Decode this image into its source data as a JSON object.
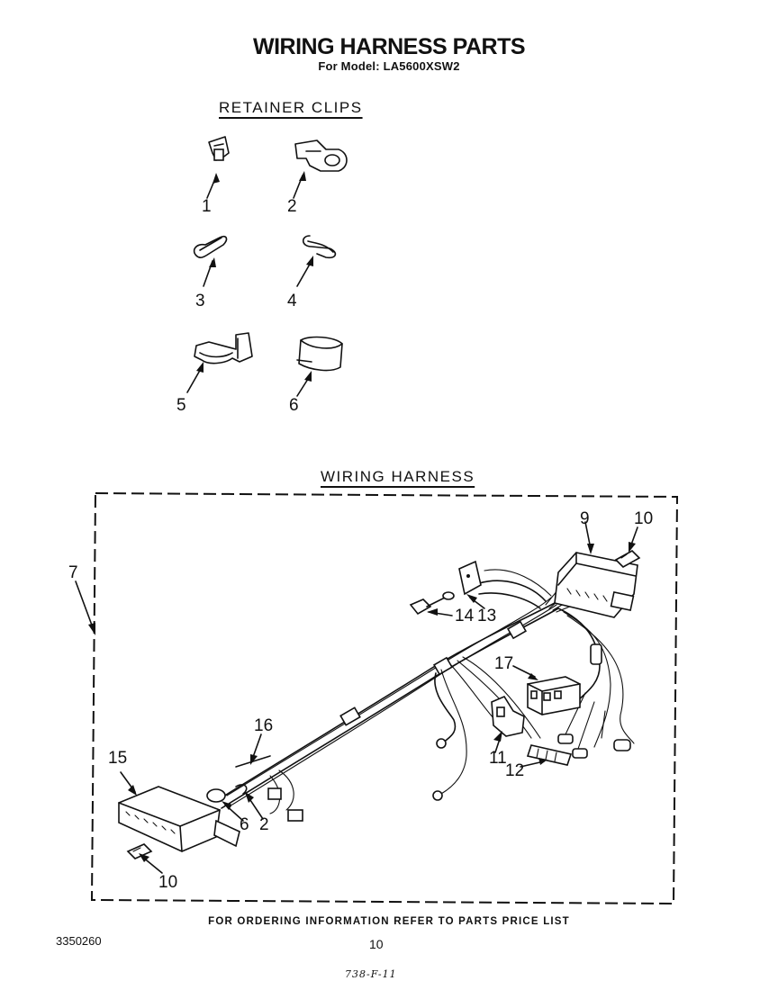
{
  "header": {
    "title": "WIRING HARNESS PARTS",
    "subtitle": "For Model: LA5600XSW2"
  },
  "sections": {
    "retainer_clips": "RETAINER CLIPS",
    "wiring_harness": "WIRING HARNESS"
  },
  "clip_labels": [
    "1",
    "2",
    "3",
    "4",
    "5",
    "6"
  ],
  "harness_labels": [
    "7",
    "9",
    "10",
    "14",
    "13",
    "17",
    "16",
    "11",
    "12",
    "15",
    "6",
    "2",
    "10"
  ],
  "footer": {
    "ordering_note": "FOR ORDERING INFORMATION REFER TO PARTS PRICE LIST",
    "document_number": "3350260",
    "page_number": "10",
    "handwritten_note": "738-F-11"
  }
}
